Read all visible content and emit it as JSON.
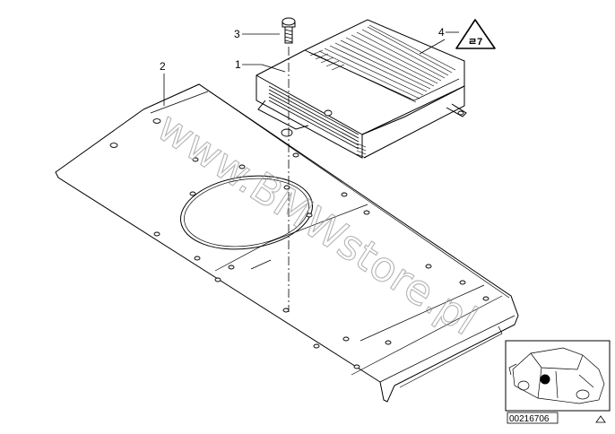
{
  "callouts": [
    {
      "id": "1",
      "label": "1"
    },
    {
      "id": "2",
      "label": "2"
    },
    {
      "id": "3",
      "label": "3"
    },
    {
      "id": "4",
      "label": "4"
    }
  ],
  "watermark": "www.BMWstore.pl",
  "thumbnail": {
    "ref_code": "00216706"
  },
  "warning_label_text": "ㄹ7",
  "parts": [
    {
      "callout": "1",
      "depicted": "amplifier-unit"
    },
    {
      "callout": "2",
      "depicted": "mounting-panel"
    },
    {
      "callout": "3",
      "depicted": "screw"
    },
    {
      "callout": "4",
      "depicted": "warning-label"
    }
  ]
}
